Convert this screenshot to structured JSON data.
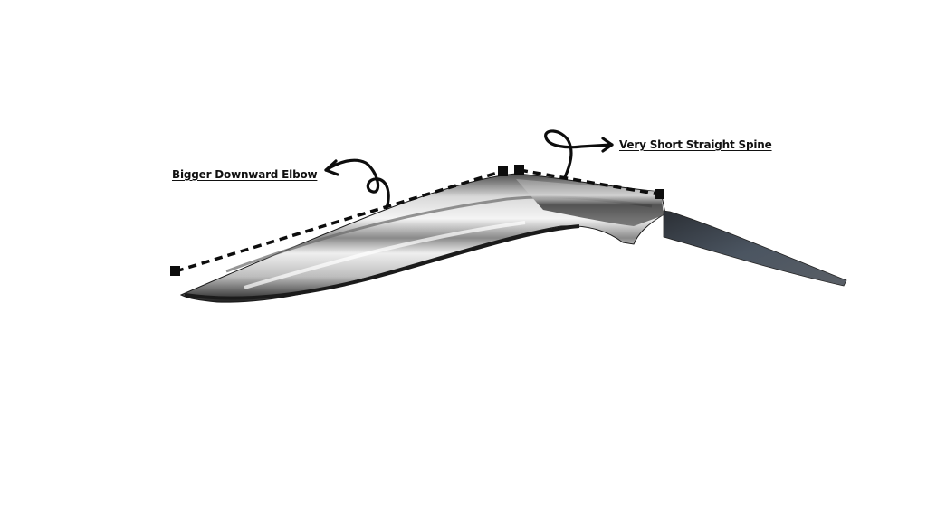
{
  "diagram": {
    "subject": "kukri blade with tang",
    "annotations": [
      {
        "id": "elbow",
        "label": "Bigger Downward Elbow"
      },
      {
        "id": "spine",
        "label": "Very Short Straight Spine"
      }
    ],
    "colors": {
      "background": "#ffffff",
      "annotation": "#111111",
      "blade_light": "#e8e8e8",
      "blade_dark": "#2a2a2a",
      "tang": "#3a4048"
    }
  }
}
